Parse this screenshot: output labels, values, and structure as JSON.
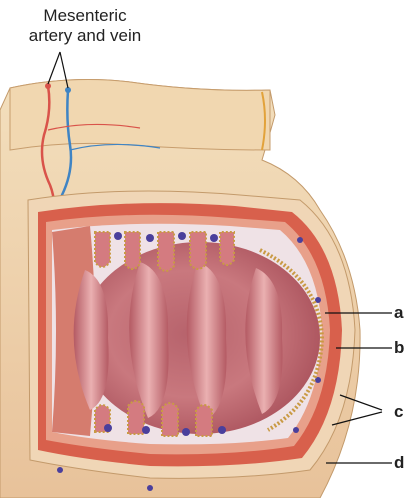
{
  "diagram": {
    "title_lines": [
      "Mesenteric",
      "artery and vein"
    ],
    "labels": [
      "a",
      "b",
      "c",
      "d"
    ]
  },
  "colors": {
    "tissue_outer": "#e9c7a0",
    "muscle_red": "#cc4a3a",
    "lumen_pink": "#c9787e",
    "fold_light": "#e7a6a7",
    "villi_gold": "#c99a44",
    "nodule_blue": "#4a3f9c",
    "leader_line": "#111111"
  }
}
